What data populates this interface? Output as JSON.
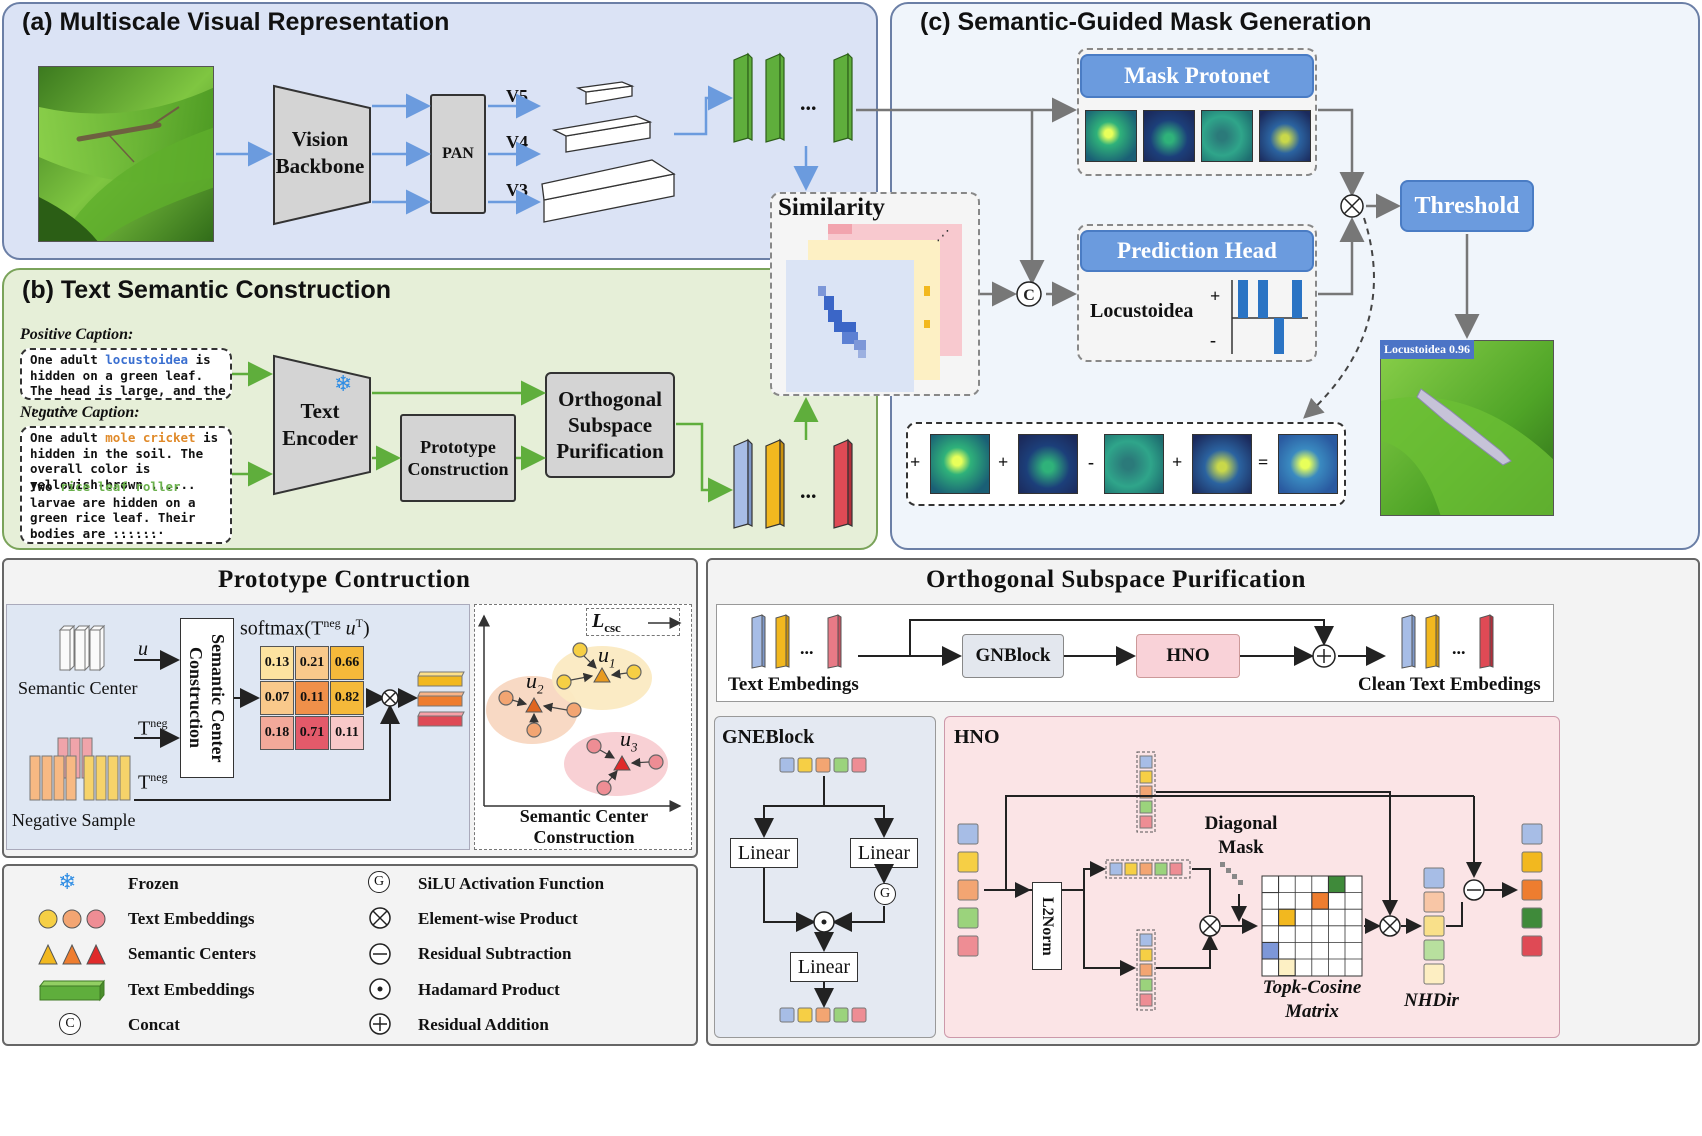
{
  "panels": {
    "a_title": "(a) Multiscale Visual Representation",
    "b_title": "(b) Text Semantic Construction",
    "c_title": "(c) Semantic-Guided Mask Generation",
    "proto_title": "Prototype Contruction",
    "osp_title": "Orthogonal Subspace Purification"
  },
  "a": {
    "backbone": "Vision Backbone",
    "pan": "PAN",
    "v5": "V5",
    "v4": "V4",
    "v3": "V3",
    "dots": "..."
  },
  "b": {
    "positive_label": "Positive Caption",
    "positive_text_1": "One adult ",
    "positive_highlight": "locustoidea",
    "positive_text_2": " is hidden on a green leaf. The head is large, and the ......",
    "negative_label": "Negative Caption",
    "neg1_text_1": "One adult ",
    "neg1_highlight": "mole cricket",
    "neg1_text_2": " is hidden in the soil. The overall color is yellowish-brown ......",
    "neg2_text_1": "Two ",
    "neg2_highlight": "rice leaf roller",
    "neg2_text_2": " larvae are hidden on a green rice leaf. Their bodies are ......",
    "neg_more": ".......",
    "text_encoder": "Text Encoder",
    "prototype": "Prototype Construction",
    "osp": "Orthogonal Subspace Purification",
    "dots": "..."
  },
  "c": {
    "similarity": "Similarity",
    "mask_protonet": "Mask Protonet",
    "prediction_head": "Prediction Head",
    "locustoidea": "Locustoidea",
    "plus": "+",
    "minus": "-",
    "threshold": "Threshold",
    "result_label": "Locustoidea 0.96",
    "concat": "C",
    "sum_ops": [
      "+",
      "+",
      "-",
      "+",
      "="
    ]
  },
  "proto": {
    "semantic_center": "Semantic Center",
    "negative_sample": "Negative Sample",
    "u": "u",
    "tneg": "T",
    "neg_sup": "neg",
    "scc": "Semantic Center Construction",
    "softmax": "softmax(T",
    "softmax_sup": "neg",
    "softmax_u": " u",
    "softmax_t": "T",
    "softmax_close": ")",
    "matrix": [
      [
        "0.13",
        "0.21",
        "0.66"
      ],
      [
        "0.07",
        "0.11",
        "0.82"
      ],
      [
        "0.18",
        "0.71",
        "0.11"
      ]
    ],
    "matrix_colors": [
      [
        "#fde3a0",
        "#f9c98b",
        "#f5b93a"
      ],
      [
        "#f9c98b",
        "#f0904a",
        "#f5b93a"
      ],
      [
        "#f3a99a",
        "#e35a6a",
        "#f8c8c8"
      ]
    ],
    "loss": "L",
    "loss_sub": "csc",
    "u1": "u",
    "u1_sub": "1",
    "u2": "u",
    "u2_sub": "2",
    "u3": "u",
    "u3_sub": "3",
    "scc_caption": "Semantic Center Construction"
  },
  "osp": {
    "text_embedings": "Text Embedings",
    "clean_text_embedings": "Clean Text Embedings",
    "gnblock": "GNBlock",
    "hno": "HNO",
    "dots": "...",
    "gneblock_title": "GNEBlock",
    "linear": "Linear",
    "g": "G",
    "hno_title": "HNO",
    "l2norm": "L2Norm",
    "diagonal_mask": "Diagonal Mask",
    "topk": "Topk-Cosine Matrix",
    "nhdir": "NHDir"
  },
  "legend": {
    "frozen": "Frozen",
    "text_embeddings_1": "Text Embeddings",
    "semantic_centers": "Semantic Centers",
    "text_embeddings_2": "Text Embeddings",
    "concat": "Concat",
    "silu": "SiLU Activation Function",
    "elementwise": "Element-wise Product",
    "residual_sub": "Residual Subtraction",
    "hadamard": "Hadamard Product",
    "residual_add": "Residual Addition",
    "sym_g": "G",
    "sym_c": "C"
  },
  "colors": {
    "panel_a": "#dbe3f5",
    "panel_b": "#e6efd8",
    "panel_c": "#f0f5fb",
    "blue_btn": "#6b9bde",
    "green_bar": "#5fae3c",
    "emb_blue": "#a7bde6",
    "emb_yellow": "#f2b81f",
    "emb_red": "#df4a55"
  }
}
